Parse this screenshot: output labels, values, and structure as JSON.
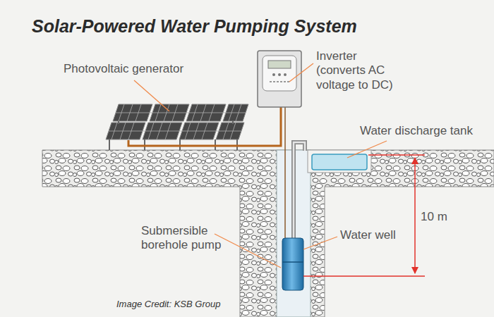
{
  "diagram": {
    "title": "Solar-Powered Water Pumping System",
    "caption": "Image Credit: KSB Group",
    "labels": [
      "Photovoltaic generator",
      "Inverter (converts AC voltage to DC)",
      "Water discharge tank",
      "10 m",
      "Water well",
      "Submersible borehole pump"
    ]
  }
}
